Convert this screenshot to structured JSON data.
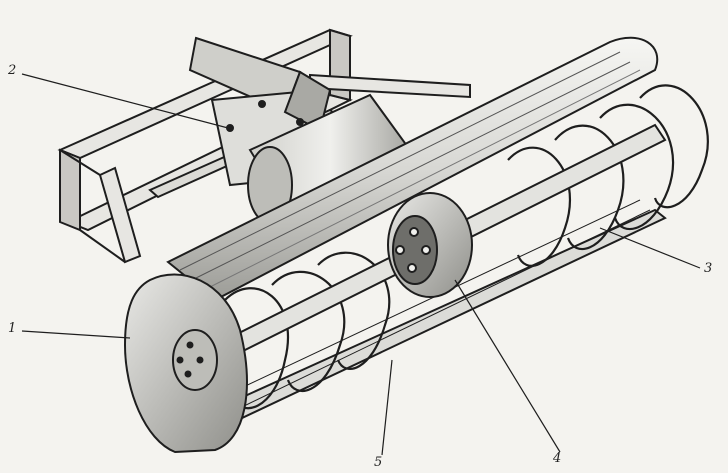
{
  "diagram": {
    "callouts": [
      {
        "id": "c2",
        "label": "2"
      },
      {
        "id": "c1",
        "label": "1"
      },
      {
        "id": "c3",
        "label": "3"
      },
      {
        "id": "c5",
        "label": "5"
      },
      {
        "id": "c4",
        "label": "4"
      }
    ]
  },
  "colors": {
    "ink": "#1e1e1e",
    "paper": "#f4f3ef",
    "metal": "#d6d6d2",
    "shade": "#9a9a95"
  }
}
